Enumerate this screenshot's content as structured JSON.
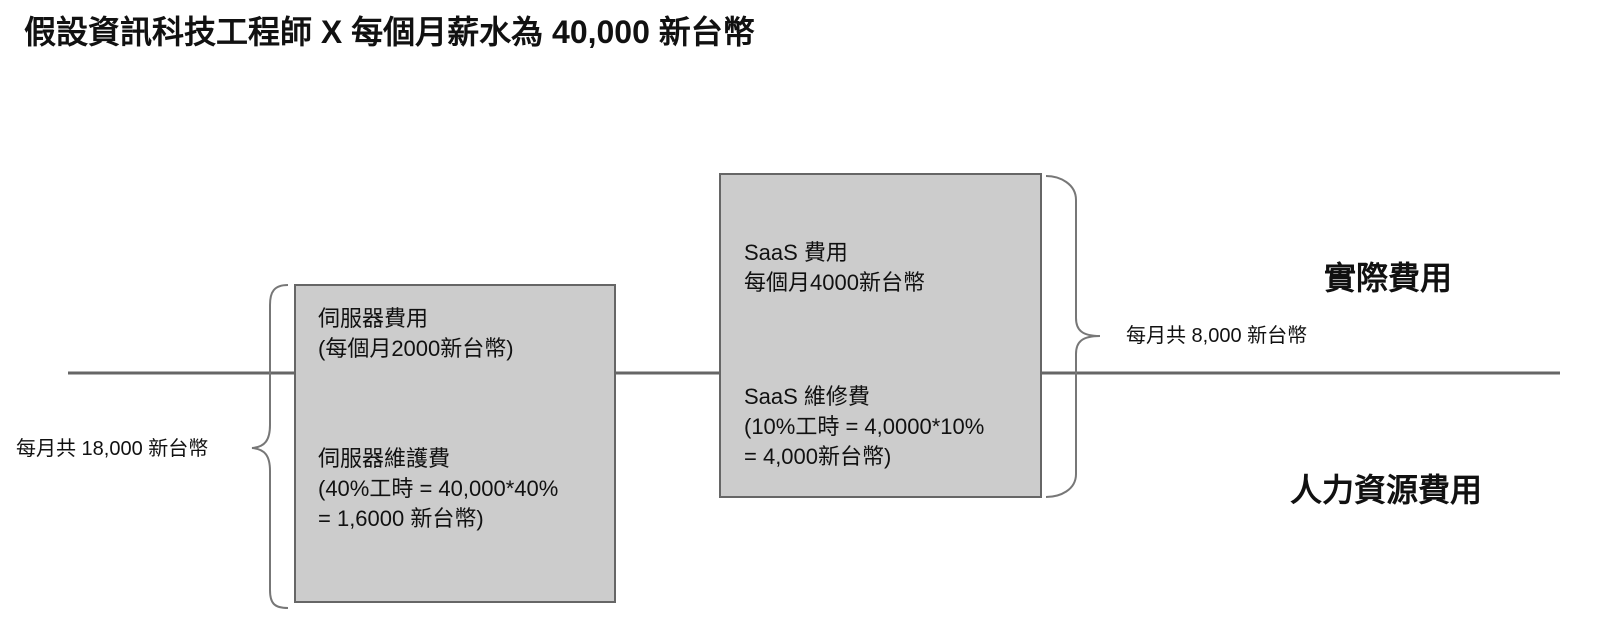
{
  "title": "假設資訊科技工程師 X 每個月薪水為 40,000 新台幣",
  "colors": {
    "box_fill": "#cccccc",
    "box_border": "#666666",
    "axis_line": "#666666",
    "brace": "#777777",
    "text": "#111111"
  },
  "server_cost": {
    "line1": "伺服器費用",
    "line2": "(每個月2000新台幣)"
  },
  "server_maintenance": {
    "line1": "伺服器維護費",
    "line2": "(40%工時 = 40,000*40%",
    "line3": "= 1,6000 新台幣)"
  },
  "saas_cost": {
    "line1": "SaaS 費用",
    "line2": "每個月4000新台幣"
  },
  "saas_maintenance": {
    "line1": "SaaS 維修費",
    "line2": "(10%工時 = 4,0000*10%",
    "line3": "= 4,000新台幣)"
  },
  "left_total": "每月共 18,000 新台幣",
  "right_total": "每月共 8,000 新台幣",
  "actual_cost_label": "實際費用",
  "hr_cost_label": "人力資源費用"
}
